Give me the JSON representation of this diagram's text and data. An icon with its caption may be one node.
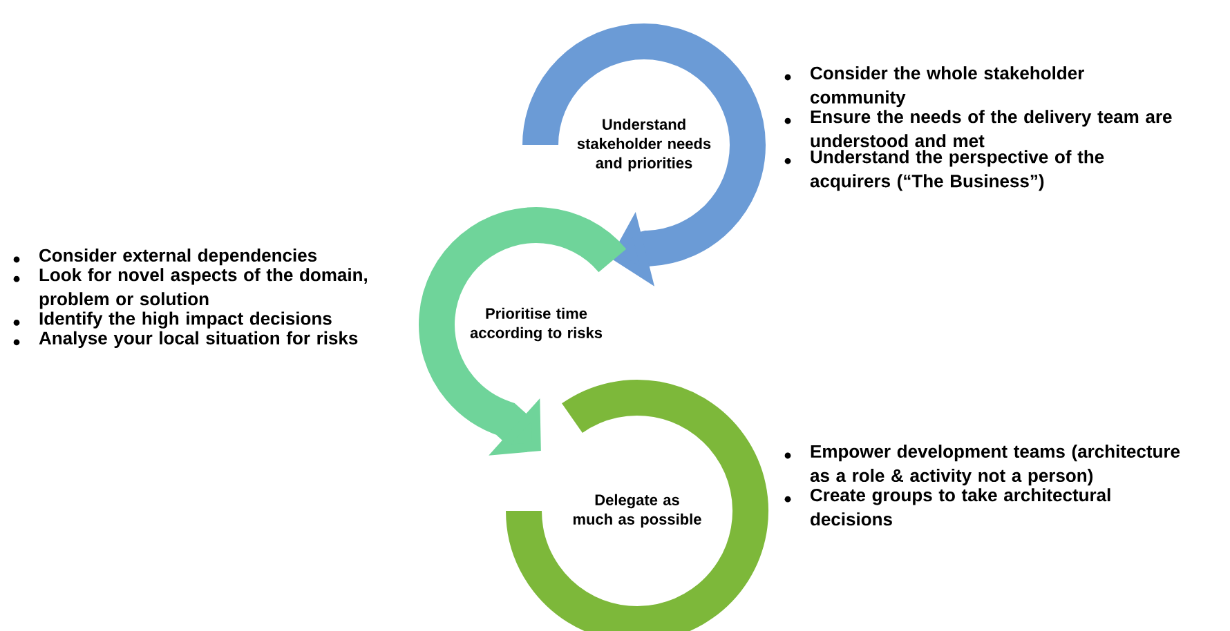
{
  "diagram": {
    "nodes": [
      {
        "text": [
          "Understand stakeholder needs and priorities"
        ],
        "beside": [
          "Consider the whole stakeholder community",
          "Ensure the needs of the delivery team are understood and met",
          "Understand the perspective of the acquirers (“The Business”)"
        ]
      },
      {
        "text": [
          "Prioritise time according to risks"
        ],
        "beside": [
          "Consider external dependencies",
          "Look for novel aspects of the domain, problem or solution",
          "Identify the high impact decisions",
          "Analyse your local situation for risks"
        ]
      },
      {
        "text": [
          "Delegate as much as possible"
        ],
        "beside": [
          "Empower development teams (architecture as a role & activity not a person)",
          "Create groups to take architectural decisions"
        ]
      }
    ],
    "edges": [
      {
        "from": 0,
        "to": 1,
        "arrow": "to",
        "color": "#6b9bd6"
      },
      {
        "from": 1,
        "to": 2,
        "arrow": "to",
        "color": "#6fd49a"
      },
      {
        "from": 2,
        "to": 2,
        "arrow": "none",
        "color": "#7db83a"
      }
    ]
  }
}
